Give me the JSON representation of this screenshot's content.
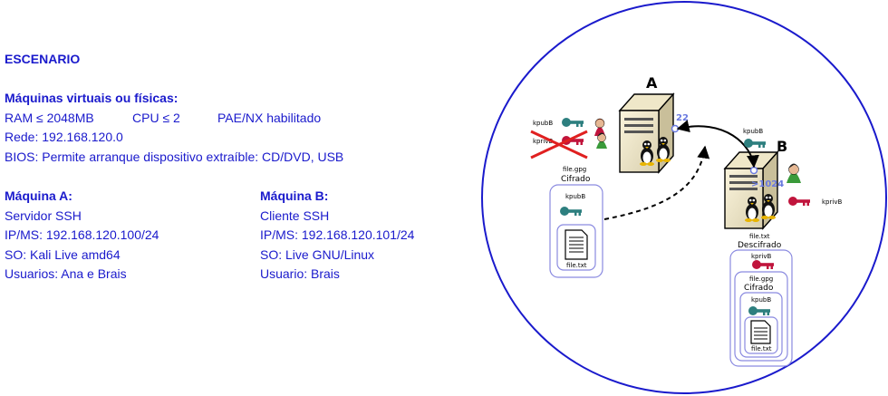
{
  "left_panel": {
    "heading": "ESCENARIO",
    "machines_heading": "Máquinas virtuais ou físicas:",
    "ram": "RAM ≤ 2048MB",
    "cpu": "CPU ≤ 2",
    "pae": "PAE/NX habilitado",
    "network": "Rede: 192.168.120.0",
    "bios": "BIOS: Permite arranque dispositivo extraíble: CD/DVD, USB",
    "machine_a": {
      "title": "Máquina A:",
      "role": "Servidor SSH",
      "ip": "IP/MS: 192.168.120.100/24",
      "os": "SO: Kali Live amd64",
      "users": "Usuarios: Ana e Brais"
    },
    "machine_b": {
      "title": "Máquina B:",
      "role": "Cliente SSH",
      "ip": "IP/MS: 192.168.120.101/24",
      "os": "SO: Live GNU/Linux",
      "users": "Usuario: Brais"
    }
  },
  "diagram": {
    "server_a_label": "A",
    "server_b_label": "B",
    "port_a": "22",
    "port_b": ">1024",
    "a_key_pub": "kpubB",
    "a_key_priv": "kprivB",
    "a_file_name": "file.gpg",
    "a_file_state": "Cifrado",
    "a_inner_key": "kpubB",
    "a_inner_doc": "file.txt",
    "b_key_pub": "kpubB",
    "b_key_priv": "kprivB",
    "b_file_name": "file.txt",
    "b_file_state": "Descifrado",
    "b_key_priv_inner": "kprivB",
    "b_gpg_name": "file.gpg",
    "b_gpg_state": "Cifrado",
    "b_inner_key": "kpubB",
    "b_inner_doc": "file.txt"
  },
  "colors": {
    "text_blue": "#1a1acc",
    "circle": "#1a1acc",
    "key_teal": "#2d7f7f",
    "key_red": "#c0143c",
    "cross_red": "#e02020",
    "port_circle": "#6a7ae0"
  }
}
